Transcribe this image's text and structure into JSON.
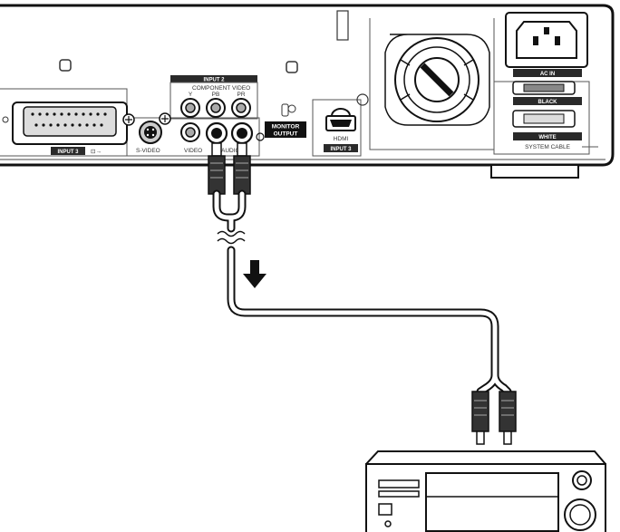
{
  "panel": {
    "input2_label": "INPUT 2",
    "component_video_label": "COMPONENT VIDEO",
    "y_label": "Y",
    "pb_label": "PB",
    "pr_label": "PR",
    "svideo_label": "S-VIDEO",
    "video_label": "VIDEO",
    "audio_label": "AUDIO",
    "monitor_output_line1": "MONITOR",
    "monitor_output_line2": "OUTPUT",
    "input3_left_label": "INPUT 3",
    "hdmi_label": "HDMI",
    "input3_hdmi_label": "INPUT 3",
    "ac_in_label": "AC IN",
    "black_label": "BLACK",
    "white_label": "WHITE",
    "system_cable_label": "SYSTEM CABLE"
  },
  "icons": {
    "flow_arrow": "down-arrow-icon",
    "cable_break": "wave-break-icon"
  },
  "colors": {
    "outline": "#111111",
    "panel_label_bg": "#2a2a2a",
    "line_gray": "#555555"
  }
}
